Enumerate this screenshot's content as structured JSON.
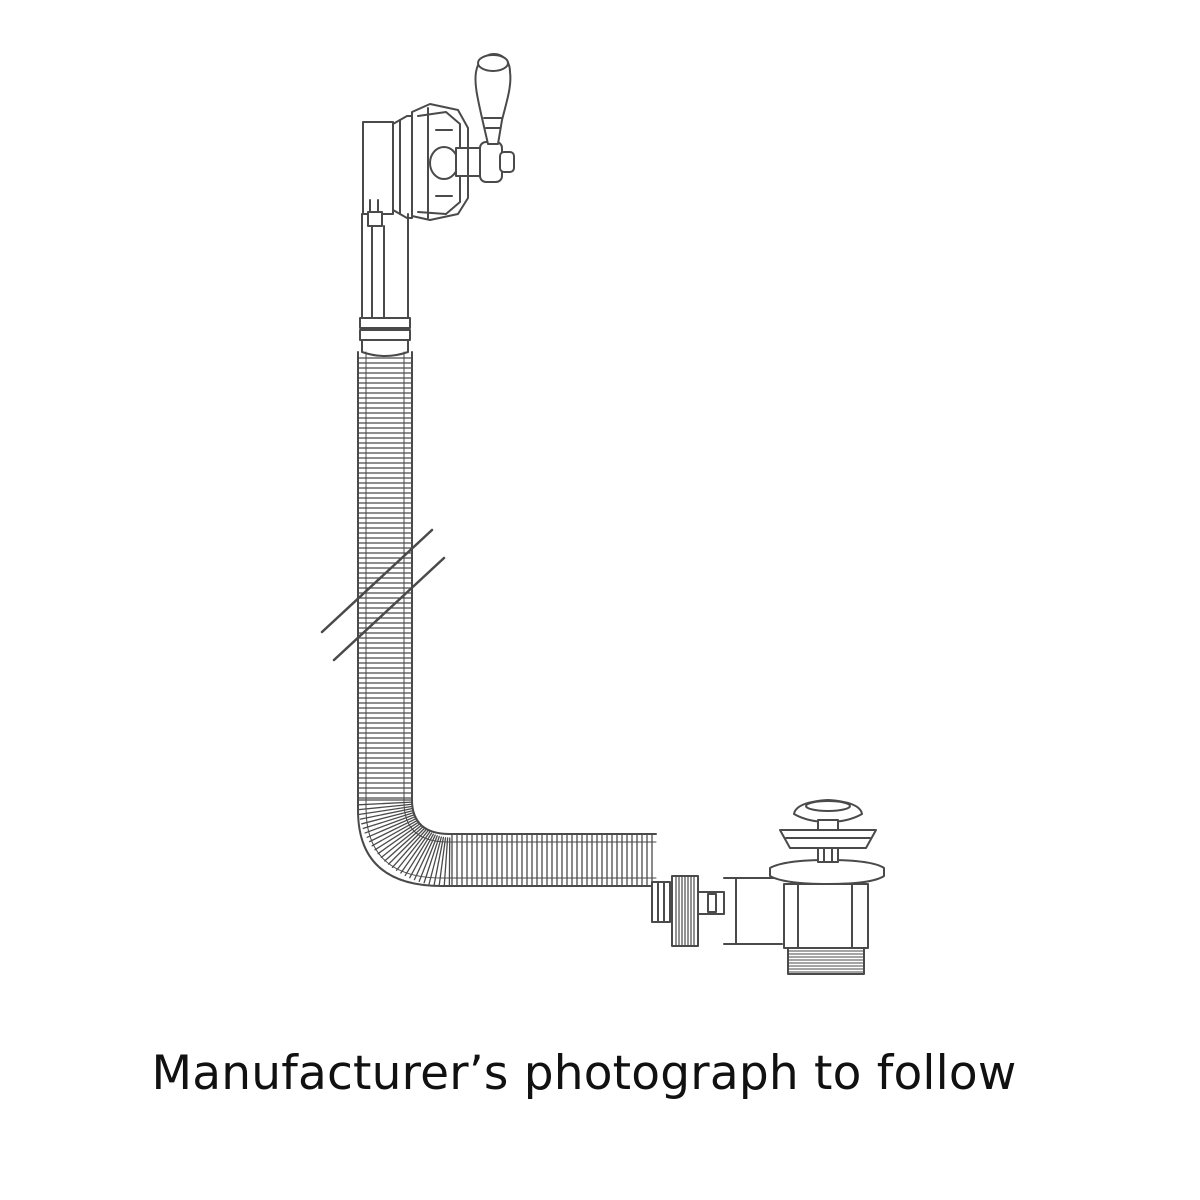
{
  "caption": "Manufacturer’s photograph to follow",
  "colors": {
    "background": "#ffffff",
    "line": "#4a4a4a",
    "text": "#111111"
  },
  "diagram": {
    "subject": "bath waste and overflow with lever handle",
    "parts": [
      "overflow-lever-handle",
      "overflow-plate",
      "cable-tube",
      "flexible-hose",
      "break-line",
      "hose-connector",
      "waste-body",
      "pop-up-plug"
    ]
  }
}
